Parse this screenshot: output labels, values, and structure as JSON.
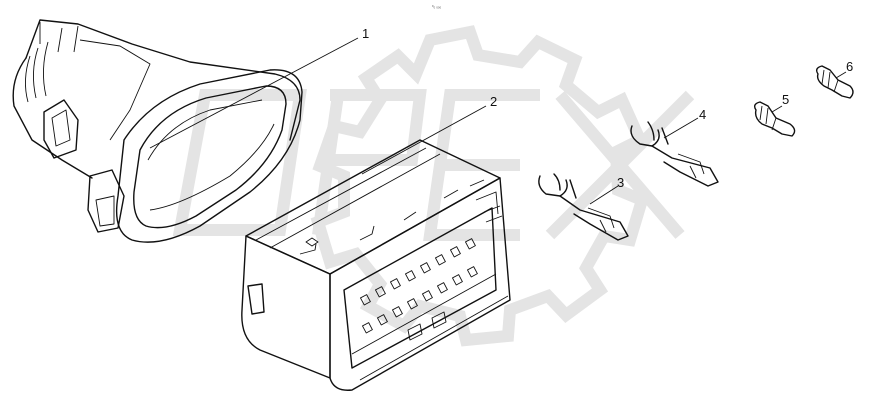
{
  "diagram": {
    "header_mark": "º₀ ₀₀₀",
    "watermark_text": "OPEX",
    "callouts": [
      {
        "id": "1",
        "label": "1"
      },
      {
        "id": "2",
        "label": "2"
      },
      {
        "id": "3",
        "label": "3"
      },
      {
        "id": "4",
        "label": "4"
      },
      {
        "id": "5",
        "label": "5"
      },
      {
        "id": "6",
        "label": "6"
      }
    ]
  },
  "colors": {
    "line": "#111111",
    "watermark": "#e4e4e4",
    "background": "#ffffff"
  }
}
